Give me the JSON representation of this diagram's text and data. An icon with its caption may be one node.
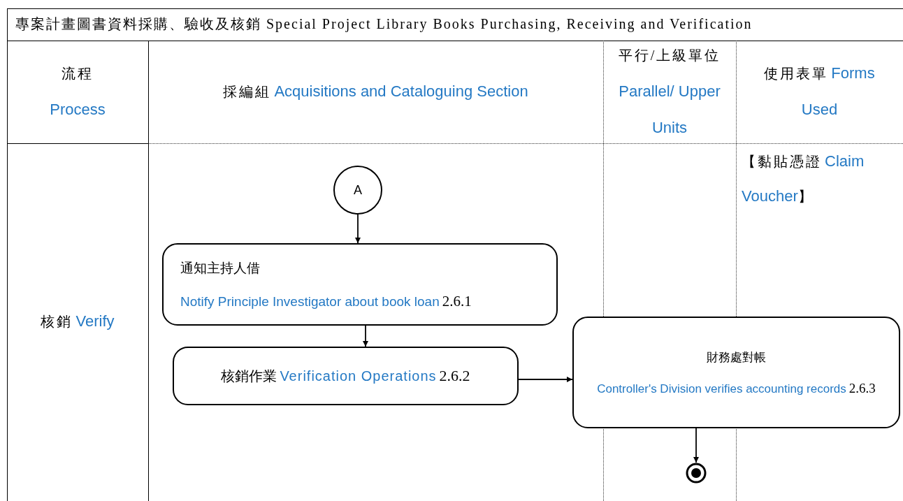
{
  "diagram": {
    "title": "專案計畫圖書資料採購、驗收及核銷 Special Project Library Books Purchasing, Receiving and Verification",
    "nodes": [
      {
        "text": [
          "A"
        ]
      },
      {
        "text": [
          "通知主持人借",
          "Notify Principle Investigator about book loan",
          "2.6.1"
        ]
      },
      {
        "text": [
          "核銷作業",
          "Verification Operations",
          "2.6.2"
        ]
      },
      {
        "text": [
          "財務處對帳",
          "Controller's Division verifies accounting records",
          "2.6.3"
        ]
      },
      {
        "text": [],
        "shape": "circle"
      }
    ],
    "edges": [
      {
        "from": 0,
        "to": 1,
        "arrow": "to"
      },
      {
        "from": 1,
        "to": 2,
        "arrow": "to"
      },
      {
        "from": 2,
        "to": 3,
        "arrow": "to"
      },
      {
        "from": 3,
        "to": 4,
        "arrow": "to"
      }
    ],
    "labels": [
      "流程",
      "Process",
      "採編組",
      "Acquisitions and Cataloguing Section",
      "平行/上級單位",
      "Parallel/ Upper Units",
      "使用表單",
      "Forms Used",
      "核銷",
      "Verify",
      "【黏貼憑證",
      "Claim Voucher",
      "】"
    ]
  }
}
